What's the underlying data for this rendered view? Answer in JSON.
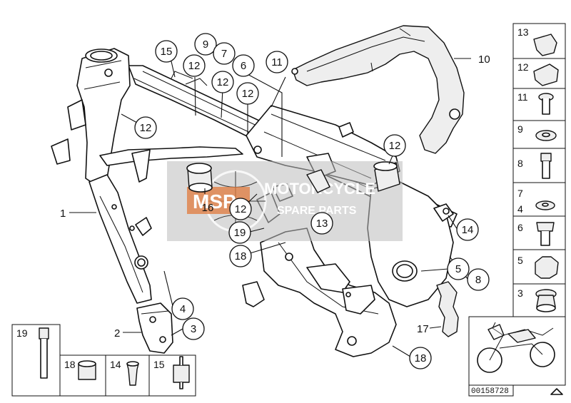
{
  "callouts": {
    "c15": "15",
    "c9": "9",
    "c12a": "12",
    "c7": "7",
    "c12b": "12",
    "c6": "6",
    "c11": "11",
    "c12c": "12",
    "c12d": "12",
    "c12e": "12",
    "c16": "16",
    "c12f": "12",
    "c13": "13",
    "c14": "14",
    "c19": "19",
    "c18a": "18",
    "c5": "5",
    "c8": "8",
    "c4": "4",
    "c3": "3",
    "c18b": "18"
  },
  "plain_labels": {
    "l10": "10",
    "l1": "1",
    "l2": "2",
    "l17": "17"
  },
  "side_parts": [
    {
      "num": "13"
    },
    {
      "num": "12"
    },
    {
      "num": "11"
    },
    {
      "num": "9"
    },
    {
      "num": "8"
    },
    {
      "num": "7"
    },
    {
      "num": "4"
    },
    {
      "num": "6"
    },
    {
      "num": "5"
    },
    {
      "num": "3"
    }
  ],
  "bottom_parts": [
    {
      "num": "19"
    },
    {
      "num": "18"
    },
    {
      "num": "14"
    },
    {
      "num": "15"
    }
  ],
  "watermark": {
    "brand": "MSP",
    "line1": "MOTORCYCLE",
    "line2": "SPARE PARTS"
  },
  "reference_number": "00158728"
}
